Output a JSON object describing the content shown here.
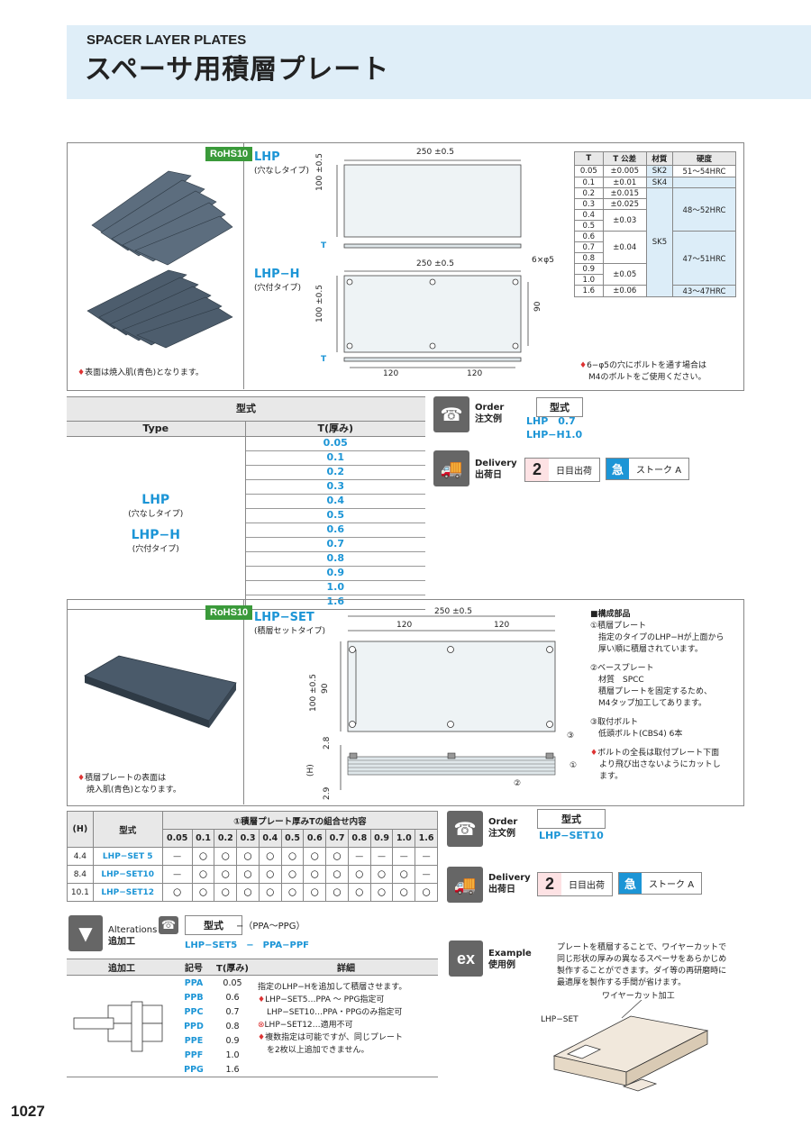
{
  "header": {
    "title_en": "SPACER LAYER PLATES",
    "title_jp": "スペーサ用積層プレート"
  },
  "rohs": "RoHS10",
  "top": {
    "note": "表面は焼入肌(青色)となります。",
    "lhp": {
      "name": "LHP",
      "sub": "(穴なしタイプ)"
    },
    "lhph": {
      "name": "LHP−H",
      "sub": "(穴付タイプ)"
    },
    "dims": {
      "len": "250",
      "tol": "±0.5",
      "width": "100",
      "wtol": "±0.5",
      "t": "T",
      "holes": "6×φ5",
      "h90": "90",
      "p1": "120",
      "p2": "120"
    },
    "hole_note": [
      "6−φ5の穴にボルトを通す場合は",
      "M4のボルトをご使用ください。"
    ]
  },
  "spec": {
    "headers": [
      "T",
      "T 公差",
      "材質",
      "硬度"
    ],
    "rows": [
      {
        "t": "0.05",
        "tol": "±0.005",
        "mat": "SK2",
        "hard": "51〜54HRC"
      },
      {
        "t": "0.1",
        "tol": "±0.01",
        "mat": "SK4",
        "hard": ""
      },
      {
        "t": "0.2",
        "tol": "±0.015",
        "mat": "",
        "hard": "48〜52HRC"
      },
      {
        "t": "0.3",
        "tol": "±0.025",
        "mat": "",
        "hard": ""
      },
      {
        "t": "0.4",
        "tol": "±0.03",
        "mat": "",
        "hard": ""
      },
      {
        "t": "0.5",
        "tol": "",
        "mat": "",
        "hard": ""
      },
      {
        "t": "0.6",
        "tol": "±0.04",
        "mat": "SK5",
        "hard": "47〜51HRC"
      },
      {
        "t": "0.7",
        "tol": "",
        "mat": "",
        "hard": ""
      },
      {
        "t": "0.8",
        "tol": "",
        "mat": "",
        "hard": ""
      },
      {
        "t": "0.9",
        "tol": "±0.05",
        "mat": "",
        "hard": ""
      },
      {
        "t": "1.0",
        "tol": "",
        "mat": "",
        "hard": ""
      },
      {
        "t": "1.6",
        "tol": "±0.06",
        "mat": "",
        "hard": "43〜47HRC"
      }
    ]
  },
  "typetable": {
    "title": "型式",
    "type": "Type",
    "thick": "T(厚み)",
    "name1": "LHP",
    "sub1": "(穴なしタイプ)",
    "name2": "LHP−H",
    "sub2": "(穴付タイプ)",
    "values": [
      "0.05",
      "0.1",
      "0.2",
      "0.3",
      "0.4",
      "0.5",
      "0.6",
      "0.7",
      "0.8",
      "0.9",
      "1.0",
      "1.6"
    ]
  },
  "order1": {
    "en": "Order",
    "jp": "注文例",
    "type": "型式",
    "ex1": "LHP　0.7",
    "ex2": "LHP−H1.0"
  },
  "delivery": {
    "en": "Delivery",
    "jp": "出荷日",
    "days": "2",
    "days_lbl": "日目出荷",
    "kyu": "急",
    "stroke": "ストーク A"
  },
  "set": {
    "name": "LHP−SET",
    "sub": "(積層セットタイプ)",
    "note": [
      "積層プレートの表面は",
      "焼入肌(青色)となります。"
    ],
    "dims": {
      "len": "250",
      "tol": "±0.5",
      "p1": "120",
      "p2": "120",
      "w": "100",
      "wtol": "±0.5",
      "h90": "90",
      "d28": "2.8",
      "h": "(H)",
      "d29": "2.9",
      "c1": "①",
      "c2": "②",
      "c3": "③"
    },
    "parts": [
      "■構成部品",
      "①積層プレート",
      "　指定のタイプのLHP−Hが上面から",
      "　厚い順に積層されています。",
      "",
      "②ベースプレート",
      "　材質　SPCC",
      "　積層プレートを固定するため、",
      "　M4タップ加工してあります。",
      "",
      "③取付ボルト",
      "　低頭ボルト(CBS4) 6本",
      "",
      "ボルトの全長は取付プレート下面",
      "より飛び出さないようにカットし",
      "ます。"
    ]
  },
  "settable": {
    "h": "(H)",
    "type": "型式",
    "combo": "①積層プレート厚みTの組合せ内容",
    "cols": [
      "0.05",
      "0.1",
      "0.2",
      "0.3",
      "0.4",
      "0.5",
      "0.6",
      "0.7",
      "0.8",
      "0.9",
      "1.0",
      "1.6"
    ],
    "rows": [
      {
        "h": "4.4",
        "name": "LHP−SET 5",
        "cells": [
          "—",
          "〇",
          "〇",
          "〇",
          "〇",
          "〇",
          "〇",
          "〇",
          "—",
          "—",
          "—",
          "—"
        ]
      },
      {
        "h": "8.4",
        "name": "LHP−SET10",
        "cells": [
          "—",
          "〇",
          "〇",
          "〇",
          "〇",
          "〇",
          "〇",
          "〇",
          "〇",
          "〇",
          "〇",
          "—"
        ]
      },
      {
        "h": "10.1",
        "name": "LHP−SET12",
        "cells": [
          "〇",
          "〇",
          "〇",
          "〇",
          "〇",
          "〇",
          "〇",
          "〇",
          "〇",
          "〇",
          "〇",
          "〇"
        ]
      }
    ]
  },
  "order2": {
    "en": "Order",
    "jp": "注文例",
    "type": "型式",
    "ex": "LHP−SET10"
  },
  "alter": {
    "en": "Alterations",
    "jp": "追加工",
    "type": "型式",
    "range": "−（PPA〜PPG）",
    "ex": "LHP−SET5　−　PPA−PPF",
    "headers": [
      "追加工",
      "記号",
      "T(厚み)",
      "詳細"
    ],
    "rows": [
      [
        "PPA",
        "0.05"
      ],
      [
        "PPB",
        "0.6"
      ],
      [
        "PPC",
        "0.7"
      ],
      [
        "PPD",
        "0.8"
      ],
      [
        "PPE",
        "0.9"
      ],
      [
        "PPF",
        "1.0"
      ],
      [
        "PPG",
        "1.6"
      ]
    ],
    "details": [
      "指定のLHP−Hを追加して積層させます。",
      "LHP−SET5…PPA 〜 PPG指定可",
      "LHP−SET10…PPA・PPGのみ指定可",
      "LHP−SET12…適用不可",
      "複数指定は可能ですが、同じプレート",
      "を2枚以上追加できません。"
    ]
  },
  "example": {
    "en": "Example",
    "jp": "使用例",
    "text": [
      "プレートを積層することで、ワイヤーカットで",
      "同じ形状の厚みの異なるスペーサをあらかじめ",
      "製作することができます。ダイ等の再研磨時に",
      "最適厚を製作する手間が省けます。"
    ],
    "wire": "ワイヤーカット加工",
    "set": "LHP−SET"
  },
  "page_number": "1027"
}
